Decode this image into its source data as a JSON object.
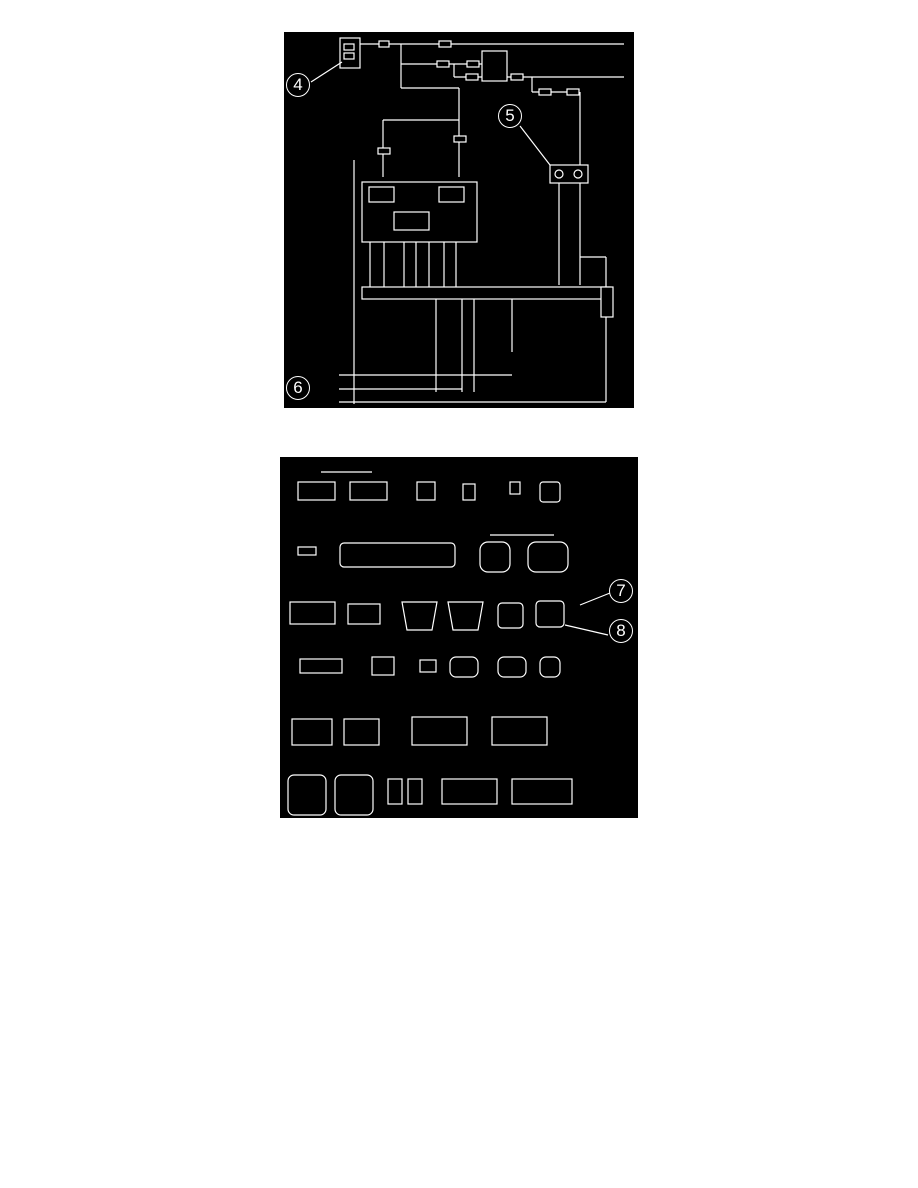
{
  "figures": [
    {
      "kind": "wiring-diagram",
      "callouts": [
        "4",
        "5",
        "6"
      ]
    },
    {
      "kind": "connector-views",
      "callouts": [
        "7",
        "8"
      ]
    }
  ]
}
